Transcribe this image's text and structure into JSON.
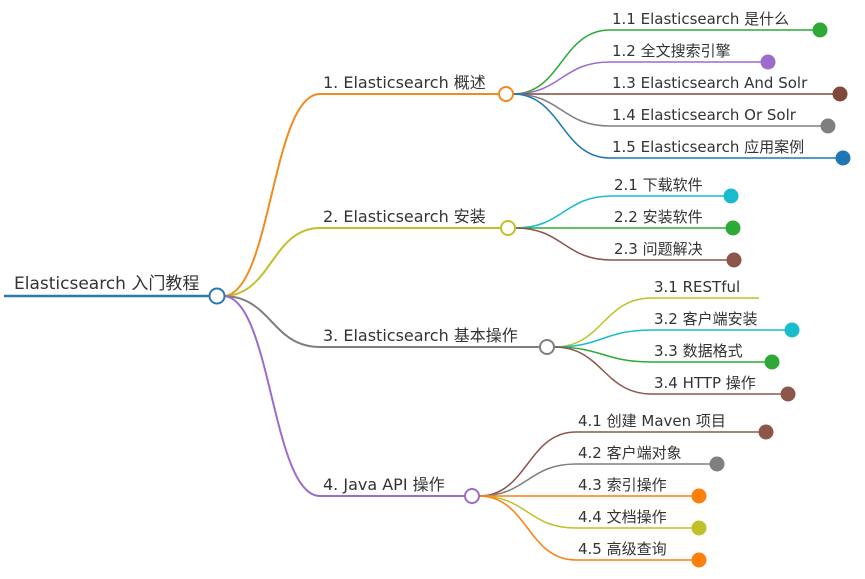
{
  "root": {
    "label": "Elasticsearch 入门教程",
    "color": "#2a7ab0"
  },
  "branches": [
    {
      "label": "1. Elasticsearch 概述",
      "color": "#f28b1e",
      "children": [
        {
          "label": "1.1 Elasticsearch 是什么",
          "color": "#2ea836"
        },
        {
          "label": "1.2 全文搜索引擎",
          "color": "#9b6ccc"
        },
        {
          "label": "1.3 Elasticsearch And Solr",
          "color": "#7d4a3c"
        },
        {
          "label": "1.4 Elasticsearch Or Solr",
          "color": "#7f7f7f"
        },
        {
          "label": "1.5 Elasticsearch 应用案例",
          "color": "#1f77b4"
        }
      ]
    },
    {
      "label": "2. Elasticsearch 安装",
      "color": "#c2c02a",
      "children": [
        {
          "label": "2.1 下载软件",
          "color": "#19bccf"
        },
        {
          "label": "2.2 安装软件",
          "color": "#2ea836"
        },
        {
          "label": "2.3 问题解决",
          "color": "#8c564b"
        }
      ]
    },
    {
      "label": "3. Elasticsearch 基本操作",
      "color": "#7f7f7f",
      "children": [
        {
          "label": "3.1 RESTful",
          "color": "#c2c02a"
        },
        {
          "label": "3.2 客户端安装",
          "color": "#19bccf"
        },
        {
          "label": "3.3 数据格式",
          "color": "#2ea836"
        },
        {
          "label": "3.4 HTTP 操作",
          "color": "#8c564b"
        }
      ]
    },
    {
      "label": "4. Java API 操作",
      "color": "#9b6ccc",
      "children": [
        {
          "label": "4.1 创建 Maven 项目",
          "color": "#8c564b"
        },
        {
          "label": "4.2 客户端对象",
          "color": "#7f7f7f"
        },
        {
          "label": "4.3 索引操作",
          "color": "#ff7f0e"
        },
        {
          "label": "4.4 文档操作",
          "color": "#c2c02a"
        },
        {
          "label": "4.5 高级查询",
          "color": "#ff7f0e"
        }
      ]
    }
  ]
}
